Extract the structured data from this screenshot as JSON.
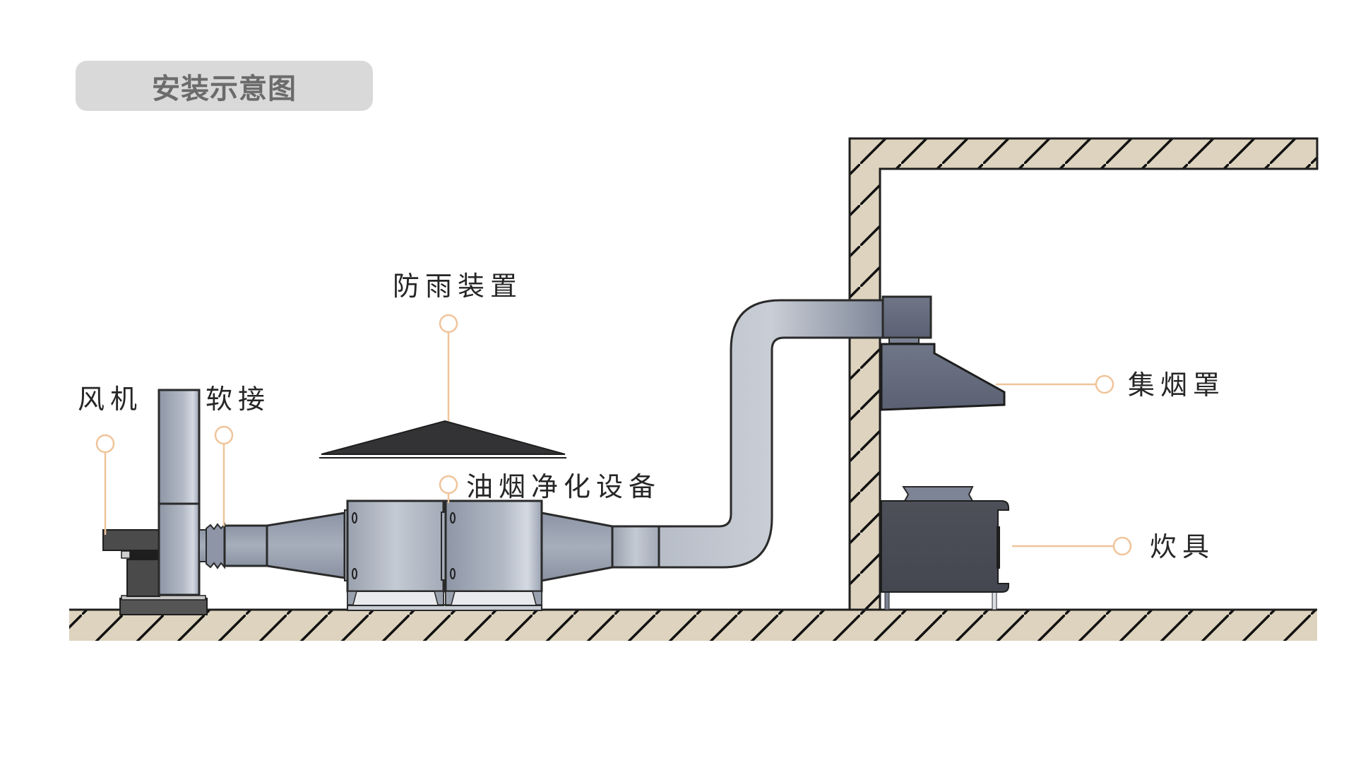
{
  "title": "安装示意图",
  "labels": {
    "fan": "风机",
    "flex_joint": "软接",
    "rain_cover": "防雨装置",
    "purifier": "油烟净化设备",
    "hood": "集烟罩",
    "stove": "炊具"
  },
  "colors": {
    "title_bg": "#d9d9d9",
    "title_text": "#6b6b6b",
    "label_text": "#262626",
    "leader_line": "#f0c49a",
    "wall_fill": "#ddd3be",
    "outline": "#1e1e1e",
    "duct_metal": "#9aa2b2",
    "dark_metal": "#4a4c55"
  }
}
